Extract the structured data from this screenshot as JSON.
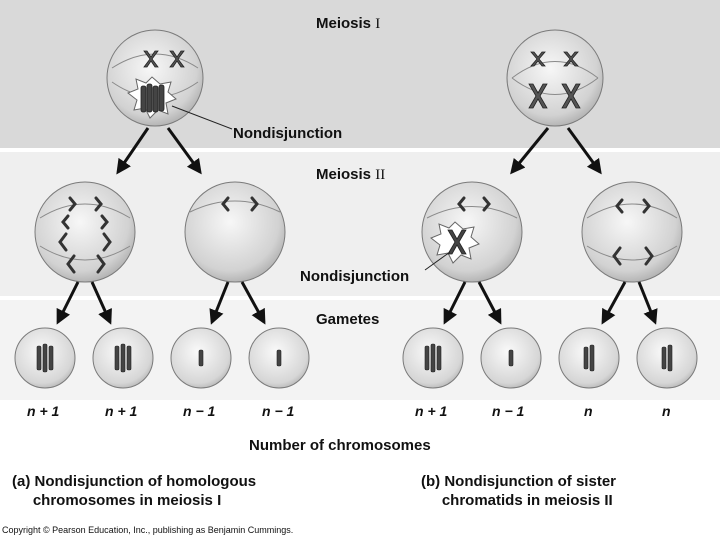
{
  "bands": {
    "meiosis1": {
      "title": "Meiosis",
      "numeral": "I",
      "color": "#d9d9d9"
    },
    "meiosis2": {
      "title": "Meiosis",
      "numeral": "II",
      "color": "#efefef"
    },
    "gametes": {
      "title": "Gametes",
      "color": "#f3f3f3"
    }
  },
  "labels": {
    "nondisjunction_a": "Nondisjunction",
    "nondisjunction_b": "Nondisjunction",
    "axis": "Number of chromosomes"
  },
  "gamete_counts_a": [
    "n + 1",
    "n + 1",
    "n − 1",
    "n − 1"
  ],
  "gamete_counts_b": [
    "n + 1",
    "n − 1",
    "n",
    "n"
  ],
  "captions": {
    "a": "(a) Nondisjunction of homologous\n     chromosomes in meiosis I",
    "b": "(b) Nondisjunction of sister\n     chromatids in meiosis II"
  },
  "copyright": "Copyright © Pearson Education, Inc., publishing as Benjamin Cummings."
}
